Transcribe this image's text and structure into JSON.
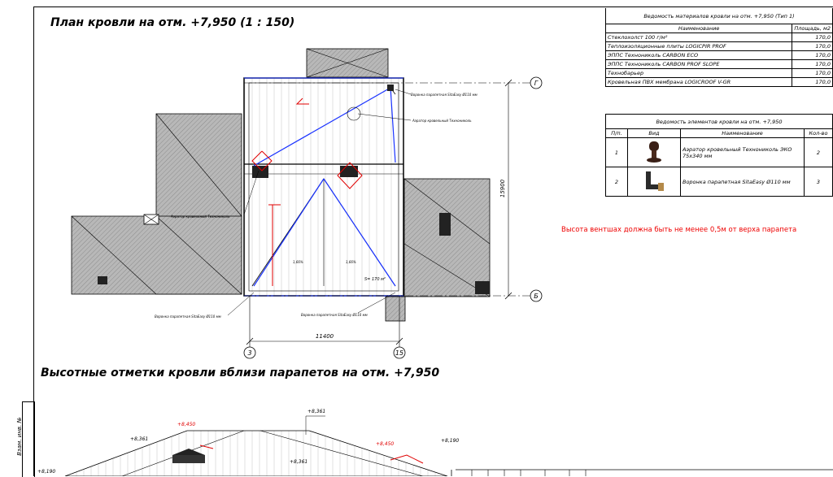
{
  "titles": {
    "plan": "План кровли на отм. +7,950 (1 : 150)",
    "heights": "Высотные отметки кровли вблизи парапетов на  отм. +7,950"
  },
  "side_stamp": "Взам. инв. №",
  "materials": {
    "caption": "Ведомость материалов кровли на отм. +7,950 (Тип 1)",
    "col_name": "Наименование",
    "col_area": "Площадь, м2",
    "rows": [
      {
        "name": "Стеклохолст 100 г/м²",
        "area": "170,0"
      },
      {
        "name": "Теплоизоляционные плиты LOGICPIR PROF",
        "area": "170,0"
      },
      {
        "name": "ЭППС Технониколь CARBON ECO",
        "area": "170,0"
      },
      {
        "name": "ЭППС Технониколь CARBON PROF SLOPE",
        "area": "170,0"
      },
      {
        "name": "Технобарьер",
        "area": "170,0"
      },
      {
        "name": "Кровельная ПВХ мембрана LOGICROOF V-GR",
        "area": "170,0"
      }
    ]
  },
  "elements": {
    "caption": "Ведомость элементов кровли на отм. +7,950",
    "col_no": "П/п.",
    "col_view": "Вид",
    "col_name": "Наименование",
    "col_qty": "Кол-во",
    "rows": [
      {
        "no": "1",
        "name": "Аэратор кровельный Технониколь ЭКО 75х340 мм",
        "qty": "2",
        "icon": "aerator-icon"
      },
      {
        "no": "2",
        "name": "Воронка парапетная SitaEasy Ø110 мм",
        "qty": "3",
        "icon": "funnel-icon"
      }
    ]
  },
  "note": "Высота вентшах должна быть не менее 0,5м от верха парапета",
  "plan": {
    "axis_labels": [
      "Г",
      "Б",
      "3",
      "15"
    ],
    "dim_width": "11400",
    "dim_height": "15900",
    "area_label": "S= 170 м²",
    "callouts": {
      "funnel_top": "Воронка парапетная SitaEasy Ø110 мм",
      "aerator_top": "Аэратор кровельный Технониколь",
      "aerator_left": "Аэратор кровельный Технониколь",
      "funnel_bottom_left": "Воронка парапетная SitaEasy Ø110 мм",
      "funnel_bottom_right": "Воронка парапетная SitaEasy Ø110 мм"
    },
    "slopes": [
      "1,66%",
      "1,66%"
    ]
  },
  "elevations": {
    "e1": "+8,361",
    "e2": "+8,450",
    "e3": "+8,361",
    "e4": "+8,450",
    "e5": "+8,190",
    "e6": "+8,190",
    "e7": "+8,361"
  },
  "colors": {
    "accent_red": "#e00000",
    "accent_blue": "#1a33ff"
  }
}
